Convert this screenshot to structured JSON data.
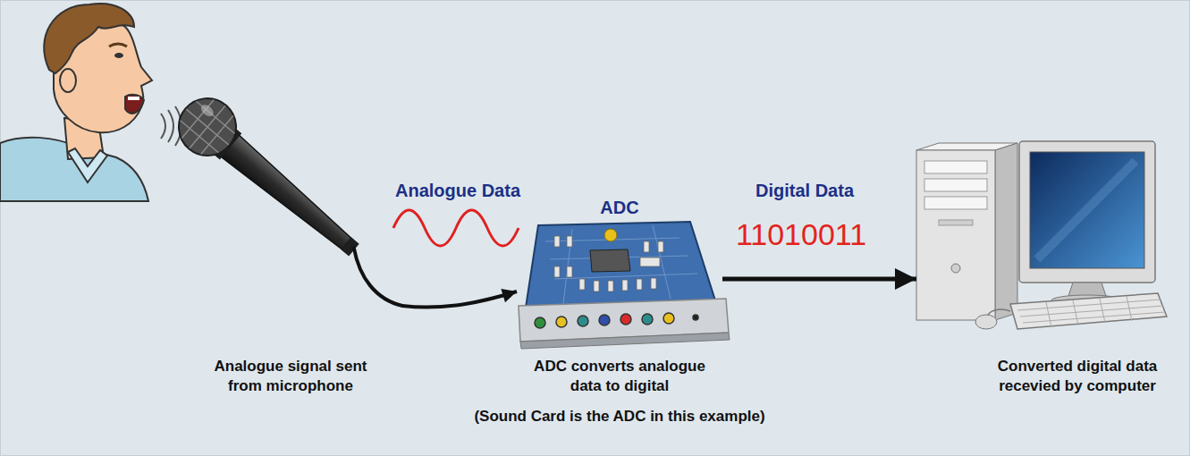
{
  "diagram": {
    "nodes": [
      {
        "text": [
          "Analogue signal sent from microphone"
        ]
      },
      {
        "text": [
          "ADC",
          "ADC converts analogue data to digital"
        ]
      },
      {
        "text": [
          "Converted digital data recevied by computer"
        ]
      }
    ],
    "edges": [
      {
        "from": 0,
        "to": 1,
        "arrow": "to",
        "label": "Analogue Data"
      },
      {
        "from": 1,
        "to": 2,
        "arrow": "to",
        "label": "Digital Data"
      }
    ],
    "labels": [
      "11010011",
      "(Sound Card is the ADC in this example)"
    ]
  }
}
